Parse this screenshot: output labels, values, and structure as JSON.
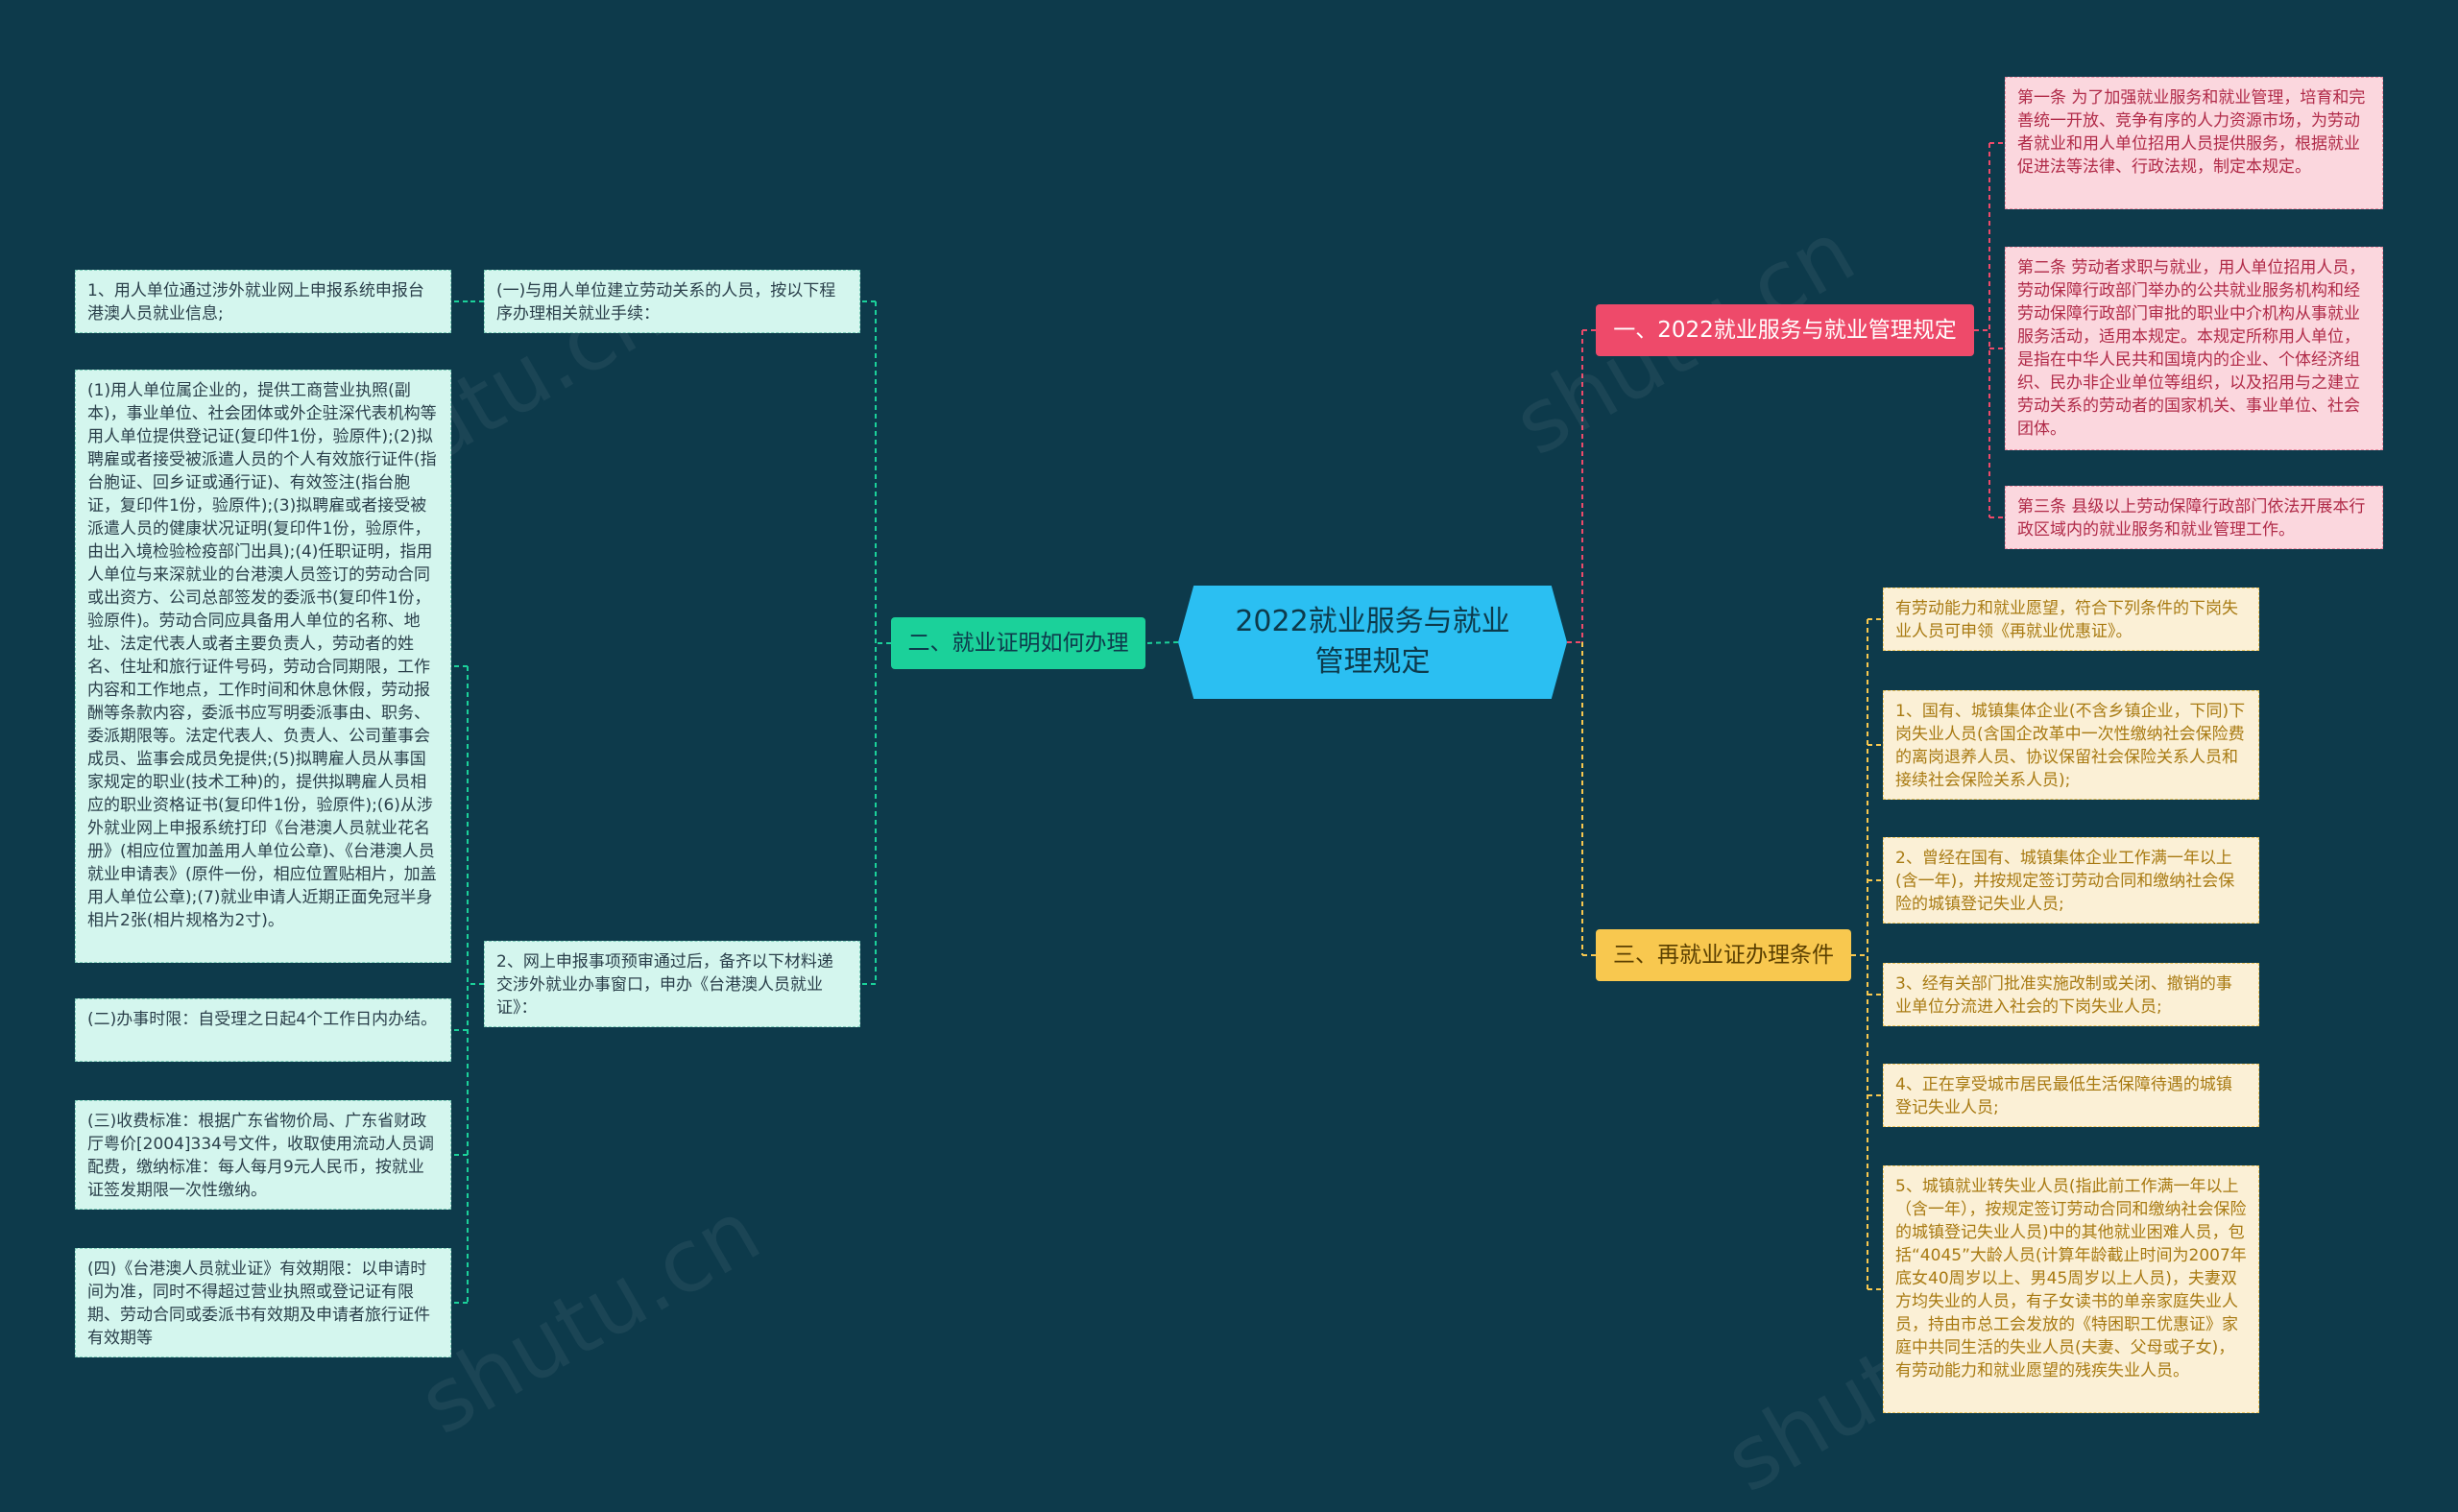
{
  "central": {
    "title": "2022就业服务与就业管理规定"
  },
  "branches": [
    {
      "id": "b1",
      "label": "一、2022就业服务与就业管理规定",
      "color": "#ee4a6a",
      "children": [
        "第一条 为了加强就业服务和就业管理，培育和完善统一开放、竞争有序的人力资源市场，为劳动者就业和用人单位招用人员提供服务，根据就业促进法等法律、行政法规，制定本规定。",
        "第二条 劳动者求职与就业，用人单位招用人员，劳动保障行政部门举办的公共就业服务机构和经劳动保障行政部门审批的职业中介机构从事就业服务活动，适用本规定。本规定所称用人单位，是指在中华人民共和国境内的企业、个体经济组织、民办非企业单位等组织，以及招用与之建立劳动关系的劳动者的国家机关、事业单位、社会团体。",
        "第三条 县级以上劳动保障行政部门依法开展本行政区域内的就业服务和就业管理工作。"
      ]
    },
    {
      "id": "b2",
      "label": "二、就业证明如何办理",
      "color": "#1bd19a",
      "children": [
        {
          "text": "(一)与用人单位建立劳动关系的人员，按以下程序办理相关就业手续：",
          "children": [
            "1、用人单位通过涉外就业网上申报系统申报台港澳人员就业信息;"
          ]
        },
        {
          "text": "2、网上申报事项预审通过后，备齐以下材料递交涉外就业办事窗口，申办《台港澳人员就业证》：",
          "children": [
            "(1)用人单位属企业的，提供工商营业执照(副本)，事业单位、社会团体或外企驻深代表机构等用人单位提供登记证(复印件1份，验原件);(2)拟聘雇或者接受被派遣人员的个人有效旅行证件(指台胞证、回乡证或通行证)、有效签注(指台胞证，复印件1份，验原件);(3)拟聘雇或者接受被派遣人员的健康状况证明(复印件1份，验原件，由出入境检验检疫部门出具);(4)任职证明，指用人单位与来深就业的台港澳人员签订的劳动合同或出资方、公司总部签发的委派书(复印件1份，验原件)。劳动合同应具备用人单位的名称、地址、法定代表人或者主要负责人，劳动者的姓名、住址和旅行证件号码，劳动合同期限，工作内容和工作地点，工作时间和休息休假，劳动报酬等条款内容，委派书应写明委派事由、职务、委派期限等。法定代表人、负责人、公司董事会成员、监事会成员免提供;(5)拟聘雇人员从事国家规定的职业(技术工种)的，提供拟聘雇人员相应的职业资格证书(复印件1份，验原件);(6)从涉外就业网上申报系统打印《台港澳人员就业花名册》(相应位置加盖用人单位公章)、《台港澳人员就业申请表》(原件一份，相应位置贴相片，加盖用人单位公章);(7)就业申请人近期正面免冠半身相片2张(相片规格为2寸)。",
            "(二)办事时限：自受理之日起4个工作日内办结。",
            "(三)收费标准：根据广东省物价局、广东省财政厅粤价[2004]334号文件，收取使用流动人员调配费，缴纳标准：每人每月9元人民币，按就业证签发期限一次性缴纳。",
            "(四)《台港澳人员就业证》有效期限：以申请时间为准，同时不得超过营业执照或登记证有限期、劳动合同或委派书有效期及申请者旅行证件有效期等"
          ]
        }
      ]
    },
    {
      "id": "b3",
      "label": "三、再就业证办理条件",
      "color": "#f8c84f",
      "children": [
        "有劳动能力和就业愿望，符合下列条件的下岗失业人员可申领《再就业优惠证》。",
        "1、国有、城镇集体企业(不含乡镇企业，下同)下岗失业人员(含国企改革中一次性缴纳社会保险费的离岗退养人员、协议保留社会保险关系人员和接续社会保险关系人员);",
        "2、曾经在国有、城镇集体企业工作满一年以上(含一年)，并按规定签订劳动合同和缴纳社会保险的城镇登记失业人员;",
        "3、经有关部门批准实施改制或关闭、撤销的事业单位分流进入社会的下岗失业人员;",
        "4、正在享受城市居民最低生活保障待遇的城镇登记失业人员;",
        "5、城镇就业转失业人员(指此前工作满一年以上（含一年），按规定签订劳动合同和缴纳社会保险的城镇登记失业人员)中的其他就业困难人员，包括“4045”大龄人员(计算年龄截止时间为2007年底女40周岁以上、男45周岁以上人员)，夫妻双方均失业的人员，有子女读书的单亲家庭失业人员，持由市总工会发放的《特困职工优惠证》家庭中共同生活的失业人员(夫妻、父母或子女)，有劳动能力和就业愿望的残疾失业人员。"
      ]
    }
  ],
  "watermark": "shutu.cn",
  "colors": {
    "background": "#0d3a4b",
    "central": "#2bbff2",
    "red": "#ee4a6a",
    "teal": "#1bd19a",
    "gold": "#f8c84f"
  }
}
